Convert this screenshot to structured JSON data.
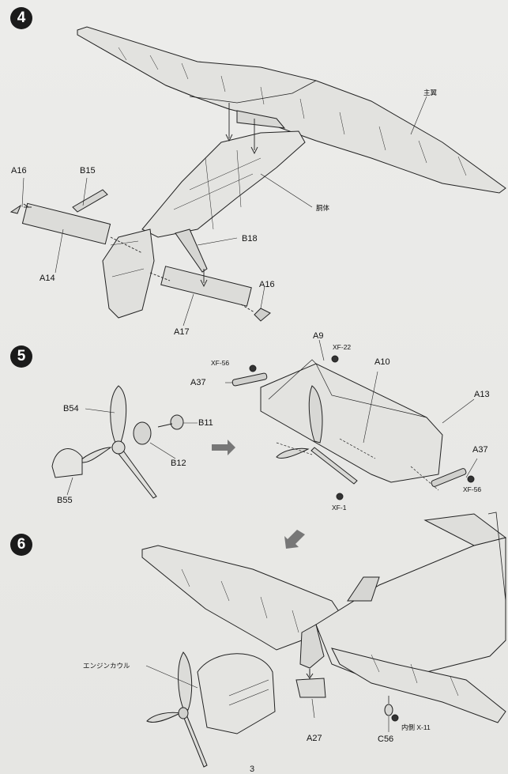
{
  "steps": [
    {
      "number": "4"
    },
    {
      "number": "5"
    },
    {
      "number": "6"
    }
  ],
  "step4": {
    "labels": {
      "main_wing": "主翼",
      "fuselage": "胴体",
      "a16_left": "A16",
      "b15": "B15",
      "a14": "A14",
      "b18": "B18",
      "a16_right": "A16",
      "a17": "A17"
    }
  },
  "step5": {
    "labels": {
      "b54": "B54",
      "b11": "B11",
      "b12": "B12",
      "b55": "B55",
      "a9": "A9",
      "xf22": "XF-22",
      "xf56_top": "XF-56",
      "a37_top": "A37",
      "a10": "A10",
      "a13": "A13",
      "a37_right": "A37",
      "xf56_right": "XF-56",
      "xf1": "XF-1"
    }
  },
  "step6": {
    "labels": {
      "engine_cowl": "エンジンカウル",
      "a27": "A27",
      "c56": "C56",
      "inner_paint": "内側 X-11"
    }
  },
  "page_number": "3"
}
